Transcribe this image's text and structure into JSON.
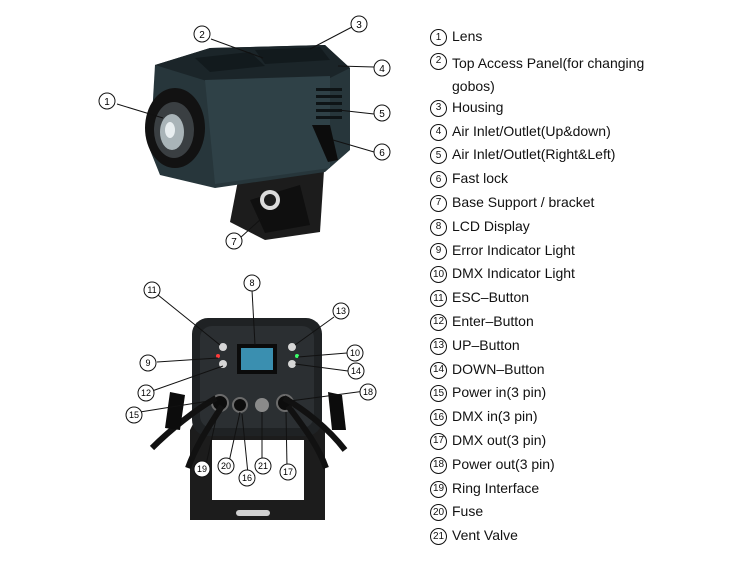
{
  "legend": [
    {
      "num": "1",
      "text": "Lens"
    },
    {
      "num": "2",
      "text": "Top Access Panel(for changing gobos)"
    },
    {
      "num": "3",
      "text": "Housing"
    },
    {
      "num": "4",
      "text": "Air Inlet/Outlet(Up&down)"
    },
    {
      "num": "5",
      "text": "Air Inlet/Outlet(Right&Left)"
    },
    {
      "num": "6",
      "text": "Fast lock"
    },
    {
      "num": "7",
      "text": "Base Support / bracket"
    },
    {
      "num": "8",
      "text": "LCD Display"
    },
    {
      "num": "9",
      "text": "Error Indicator Light"
    },
    {
      "num": "10",
      "text": "DMX Indicator Light"
    },
    {
      "num": "11",
      "text": "ESC–Button"
    },
    {
      "num": "12",
      "text": "Enter–Button"
    },
    {
      "num": "13",
      "text": "UP–Button"
    },
    {
      "num": "14",
      "text": "DOWN–Button"
    },
    {
      "num": "15",
      "text": "Power in(3 pin)"
    },
    {
      "num": "16",
      "text": "DMX in(3 pin)"
    },
    {
      "num": "17",
      "text": "DMX out(3 pin)"
    },
    {
      "num": "18",
      "text": "Power out(3 pin)"
    },
    {
      "num": "19",
      "text": "Ring Interface"
    },
    {
      "num": "20",
      "text": "Fuse"
    },
    {
      "num": "21",
      "text": "Vent Valve"
    }
  ]
}
